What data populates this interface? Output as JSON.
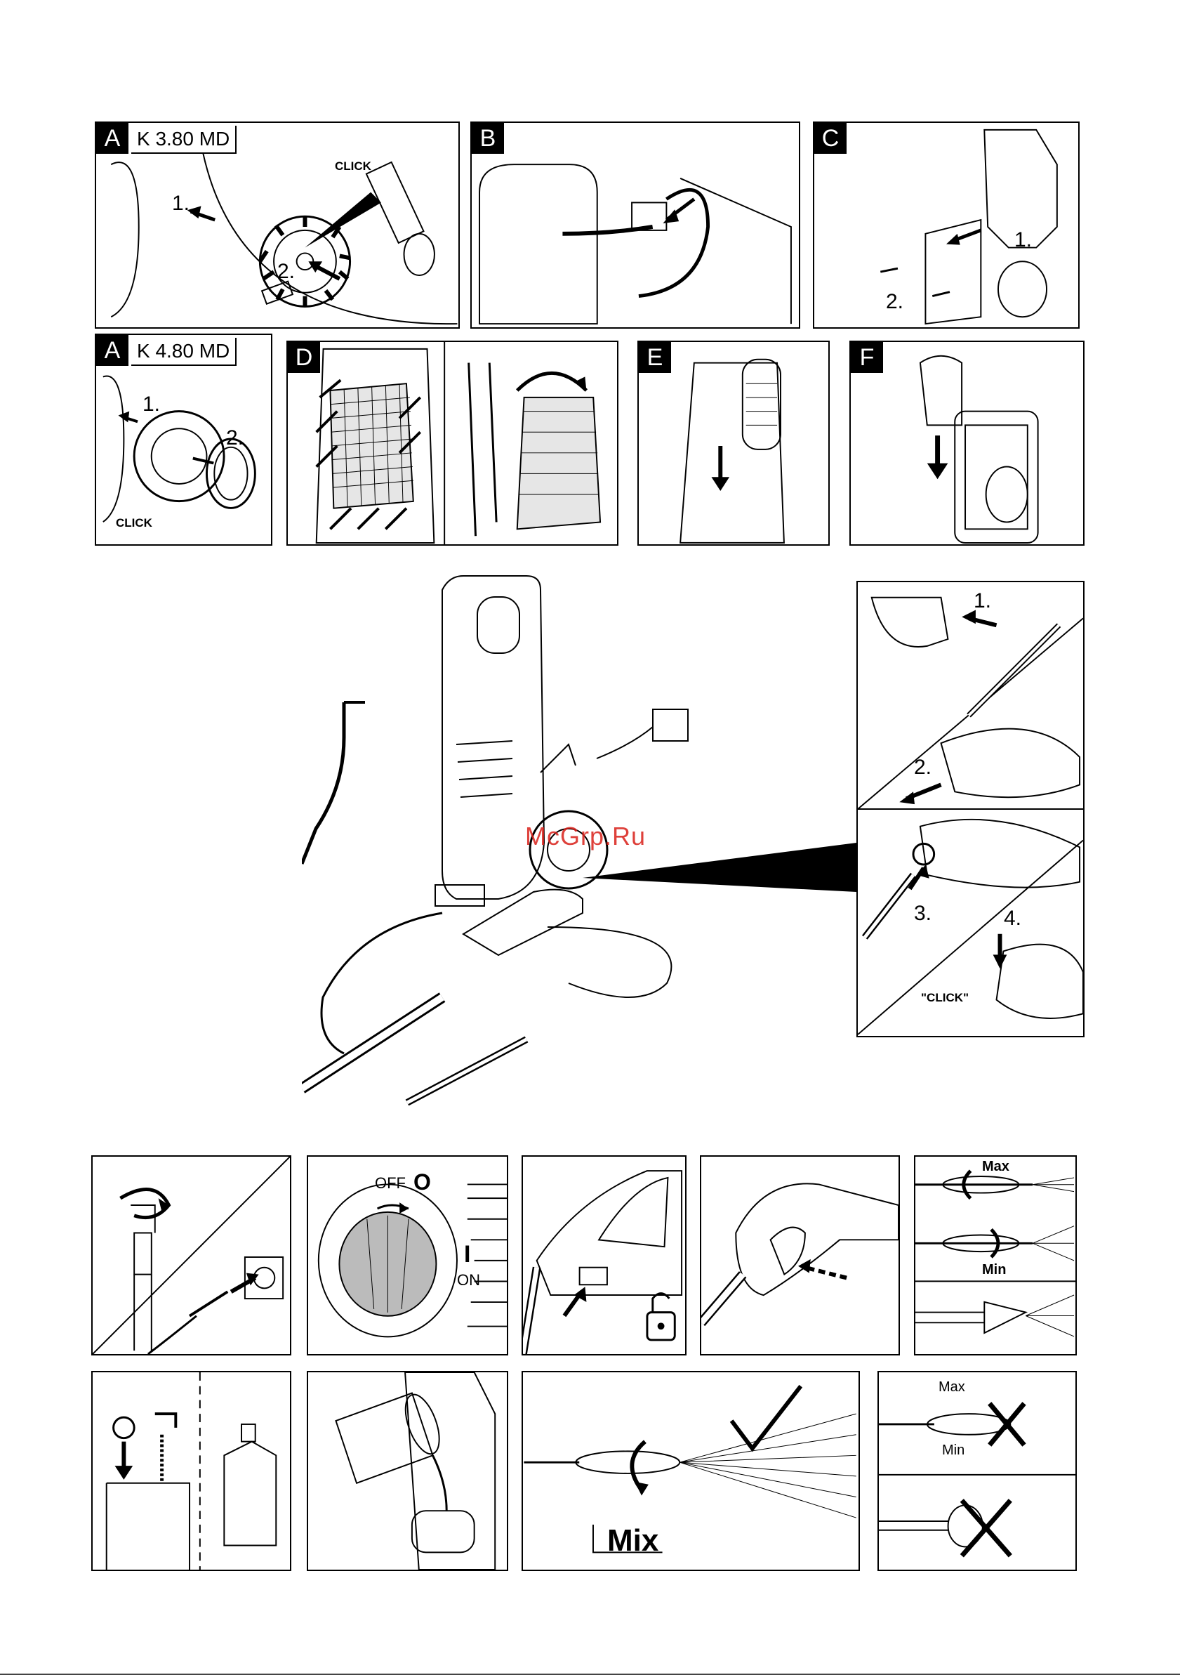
{
  "panels": {
    "a1": {
      "letter": "A",
      "model": "K 3.80 MD",
      "step1": "1.",
      "step2": "2.",
      "click": "CLICK"
    },
    "b": {
      "letter": "B"
    },
    "c": {
      "letter": "C",
      "step1": "1.",
      "step2": "2."
    },
    "a2": {
      "letter": "A",
      "model": "K 4.80 MD",
      "step1": "1.",
      "step2": "2.",
      "click": "CLICK"
    },
    "d": {
      "letter": "D"
    },
    "e": {
      "letter": "E"
    },
    "f": {
      "letter": "F"
    }
  },
  "gun_detail": {
    "step1": "1.",
    "step2": "2.",
    "step3": "3.",
    "step4": "4.",
    "click": "\"CLICK\""
  },
  "switch": {
    "off_label": "OFF",
    "off_symbol": "O",
    "on_symbol": "I",
    "on_label": "ON"
  },
  "lance": {
    "max": "Max",
    "min": "Min"
  },
  "mix": {
    "label": "Mix"
  },
  "wrong": {
    "max": "Max",
    "min": "Min"
  },
  "watermark": "McGrp.Ru"
}
